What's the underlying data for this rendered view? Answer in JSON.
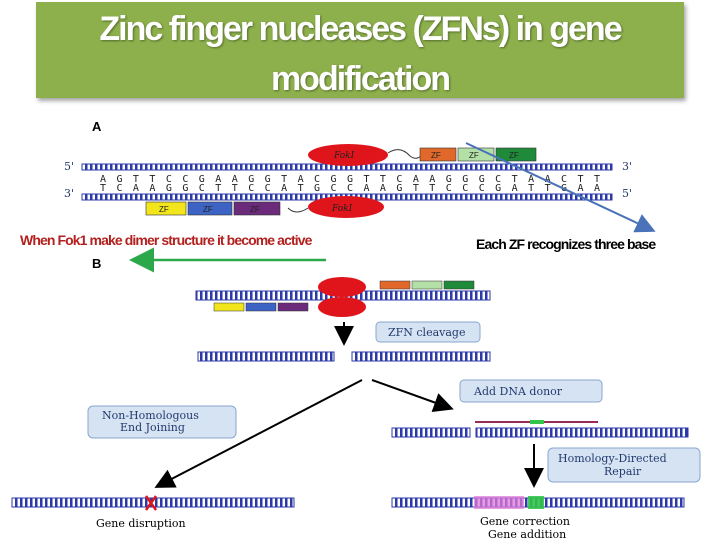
{
  "title": {
    "line1": "Zinc finger nucleases (ZFNs) in gene",
    "line2": "modification"
  },
  "annotations": {
    "dimer_note": "When Fok1 make dimer structure it become active",
    "zf_note": "Each ZF recognizes three base"
  },
  "colors": {
    "title_bg": "#8db04c",
    "dna_blue": "#2b3aa8",
    "fok_red": "#e0151b",
    "green_arrow": "#2aa84a",
    "blue_arrow": "#4a72b8",
    "note_red": "#b3211e"
  },
  "diagram": {
    "panel_a": "A",
    "panel_b": "B",
    "top_strand_5": "5'",
    "top_strand_3": "3'",
    "bottom_strand_3": "3'",
    "bottom_strand_5": "5'",
    "top_sequence": "AGTTCCGAAGGTACGGTTCAAGGGCTAACTT",
    "bottom_sequence": "TCAAGGCTTCCATGCCAAGTTCCCGATTGAA",
    "fok_top": "FokI",
    "fok_bottom": "FokI",
    "zf_label": "ZF",
    "zfn_cleavage": "ZFN cleavage",
    "add_dna_donor": "Add DNA donor",
    "nhej_line1": "Non-Homologous",
    "nhej_line2": "End Joining",
    "hdr_line1": "Homology-Directed",
    "hdr_line2": "Repair",
    "gene_disruption": "Gene disruption",
    "gene_correction": "Gene correction",
    "gene_addition": "Gene addition"
  }
}
